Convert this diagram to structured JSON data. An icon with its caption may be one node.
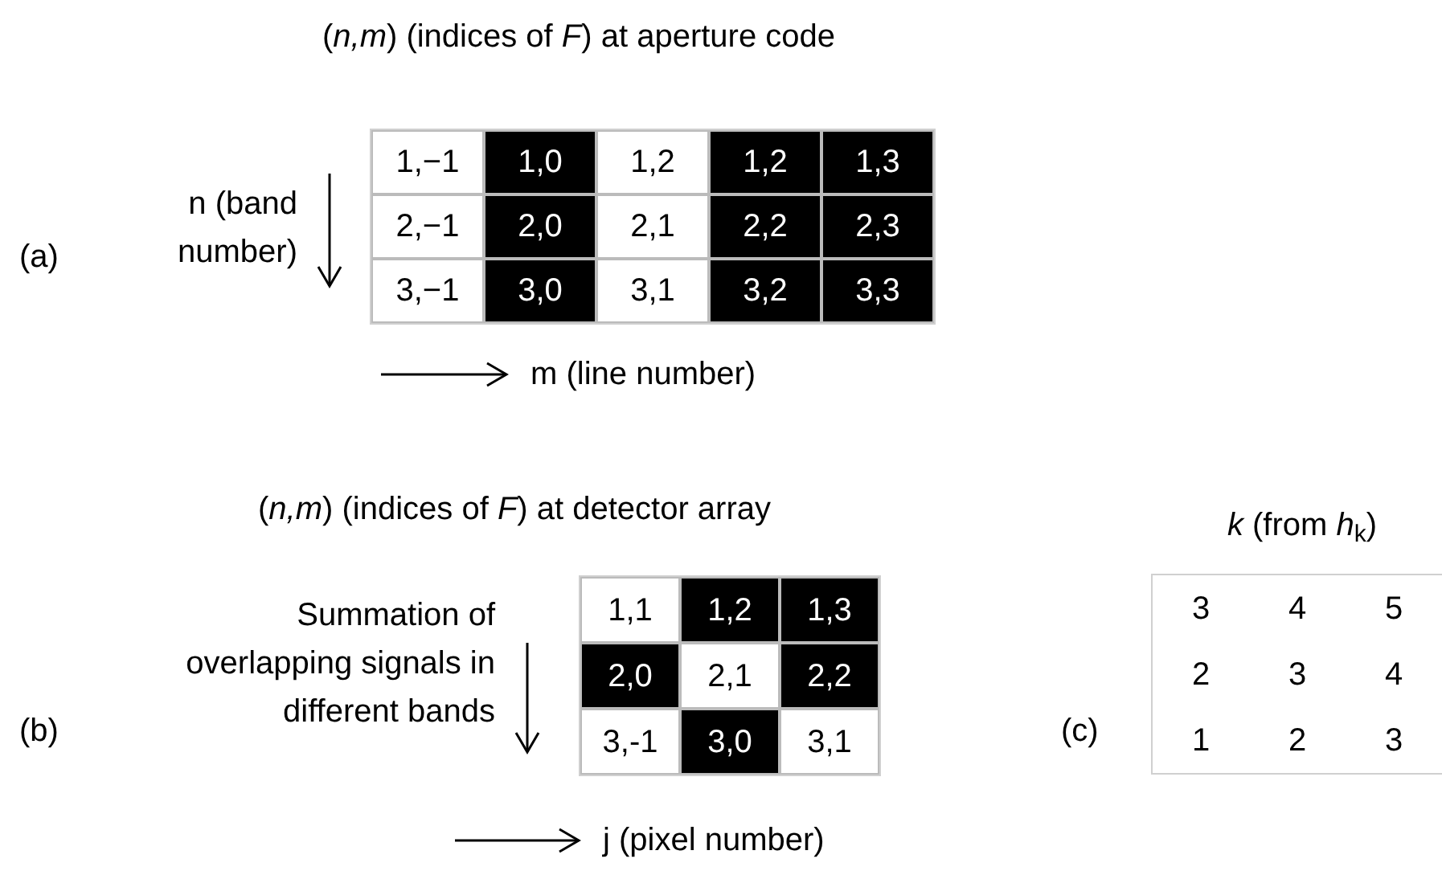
{
  "diagram": {
    "nodes": [
      {
        "text": [],
        "shape": "box"
      },
      {
        "text": [
          "1,−1"
        ],
        "in": 0
      },
      {
        "text": [
          "1,0"
        ],
        "in": 0
      },
      {
        "text": [
          "1,2"
        ],
        "in": 0
      },
      {
        "text": [
          "1,2"
        ],
        "in": 0
      },
      {
        "text": [
          "1,3"
        ],
        "in": 0
      },
      {
        "text": [
          "2,−1"
        ],
        "in": 0
      },
      {
        "text": [
          "2,0"
        ],
        "in": 0
      },
      {
        "text": [
          "2,1"
        ],
        "in": 0
      },
      {
        "text": [
          "2,2"
        ],
        "in": 0
      },
      {
        "text": [
          "2,3"
        ],
        "in": 0
      },
      {
        "text": [
          "3,−1"
        ],
        "in": 0
      },
      {
        "text": [
          "3,0"
        ],
        "in": 0
      },
      {
        "text": [
          "3,1"
        ],
        "in": 0
      },
      {
        "text": [
          "3,2"
        ],
        "in": 0
      },
      {
        "text": [
          "3,3"
        ],
        "in": 0
      },
      {
        "text": [],
        "shape": "box"
      },
      {
        "text": [
          "1,1"
        ],
        "in": 16
      },
      {
        "text": [
          "1,2"
        ],
        "in": 16
      },
      {
        "text": [
          "1,3"
        ],
        "in": 16
      },
      {
        "text": [
          "2,0"
        ],
        "in": 16
      },
      {
        "text": [
          "2,1"
        ],
        "in": 16
      },
      {
        "text": [
          "2,2"
        ],
        "in": 16
      },
      {
        "text": [
          "3,-1"
        ],
        "in": 16
      },
      {
        "text": [
          "3,0"
        ],
        "in": 16
      },
      {
        "text": [
          "3,1"
        ],
        "in": 16
      },
      {
        "text": [
          "3",
          "4",
          "5",
          "2",
          "3",
          "4",
          "1",
          "2",
          "3"
        ]
      }
    ],
    "edges": [],
    "labels": [
      "(*n,m*) (indices of *F*) at aperture code",
      "n (band number)",
      "(a)",
      "m (line number)",
      "(*n,m*) (indices of *F*) at detector array",
      "Summation of overlapping signals in different bands",
      "(b)",
      "*k* (from *h*$_{k}$)",
      "(c)",
      "j (pixel number)"
    ]
  }
}
